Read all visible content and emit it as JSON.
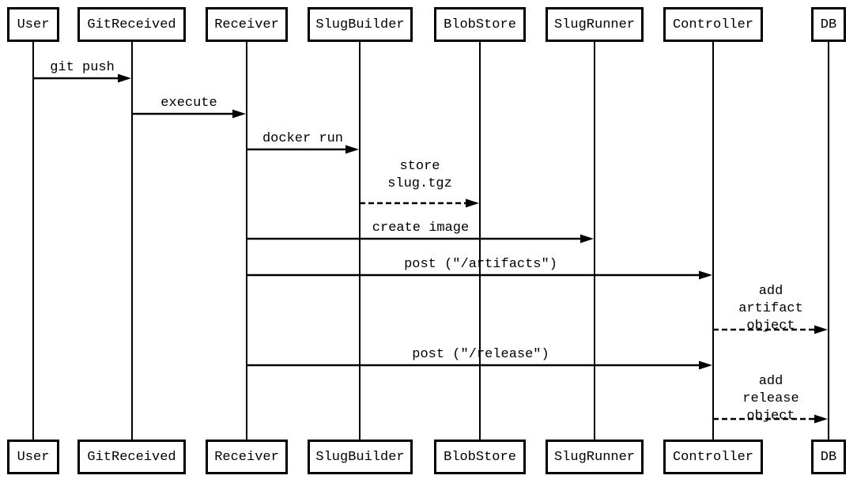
{
  "diagram_type": "uml-sequence-diagram",
  "colors": {
    "line": "#000000",
    "background": "#ffffff",
    "box_fill": "#ffffff",
    "text": "#000000"
  },
  "actors": [
    {
      "name": "User"
    },
    {
      "name": "GitReceived"
    },
    {
      "name": "Receiver"
    },
    {
      "name": "SlugBuilder"
    },
    {
      "name": "BlobStore"
    },
    {
      "name": "SlugRunner"
    },
    {
      "name": "Controller"
    },
    {
      "name": "DB"
    }
  ],
  "messages": [
    {
      "label": "git push",
      "from": "User",
      "to": "GitReceived",
      "style": "solid"
    },
    {
      "label": "execute",
      "from": "GitReceived",
      "to": "Receiver",
      "style": "solid"
    },
    {
      "label": "docker run",
      "from": "Receiver",
      "to": "SlugBuilder",
      "style": "solid"
    },
    {
      "label": "store\nslug.tgz",
      "from": "SlugBuilder",
      "to": "BlobStore",
      "style": "dashed"
    },
    {
      "label": "create image",
      "from": "Receiver",
      "to": "SlugRunner",
      "style": "solid"
    },
    {
      "label": "post (″/artifacts″)",
      "from": "Receiver",
      "to": "Controller",
      "style": "solid"
    },
    {
      "label": "add artifact\nobject",
      "from": "Controller",
      "to": "DB",
      "style": "dashed"
    },
    {
      "label": "post (″/release″)",
      "from": "Receiver",
      "to": "Controller",
      "style": "solid"
    },
    {
      "label": "add release\nobject",
      "from": "Controller",
      "to": "DB",
      "style": "dashed"
    }
  ]
}
